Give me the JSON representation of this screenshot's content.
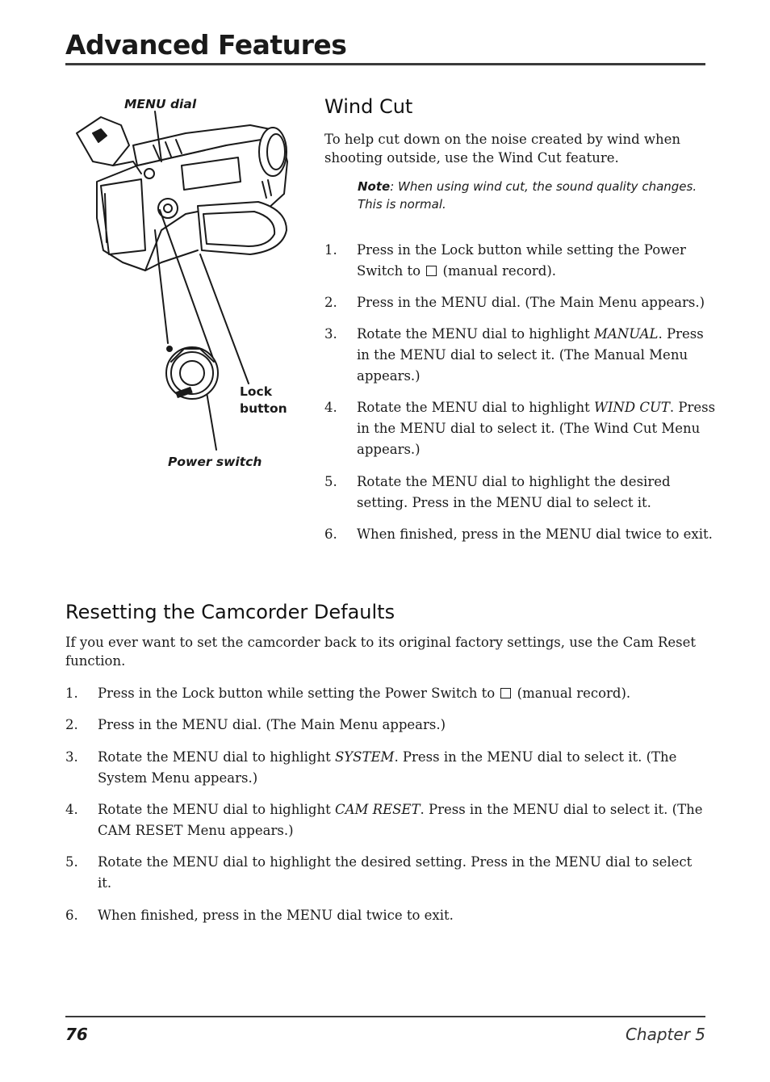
{
  "header": {
    "title": "Advanced Features"
  },
  "figure": {
    "callouts": {
      "menu_dial": "MENU dial",
      "lock_button_line1": "Lock",
      "lock_button_line2": "button",
      "power_switch": "Power switch"
    }
  },
  "wind_cut": {
    "title": "Wind Cut",
    "intro": "To help cut down on the noise created by wind when shooting outside, use the Wind Cut feature.",
    "note_label": "Note",
    "note_text": ": When using wind cut, the sound quality changes. This is normal.",
    "steps": [
      {
        "num": "1.",
        "pre": "Press in the Lock button while setting the Power Switch to",
        "post": "(manual record)."
      },
      {
        "num": "2.",
        "text": "Press in the MENU dial. (The Main Menu appears.)"
      },
      {
        "num": "3.",
        "pre": "Rotate the MENU dial to highlight ",
        "em": "MANUAL",
        "post": ". Press in the MENU dial to select it. (The Manual Menu appears.)"
      },
      {
        "num": "4.",
        "pre": "Rotate the MENU dial to highlight ",
        "em": "WIND CUT",
        "post": ". Press in the MENU dial to select it. (The Wind Cut Menu appears.)"
      },
      {
        "num": "5.",
        "text": "Rotate the MENU dial to highlight the desired setting. Press in the MENU dial to select it."
      },
      {
        "num": "6.",
        "text": "When finished, press in the MENU dial twice to exit."
      }
    ]
  },
  "reset": {
    "title": "Resetting the Camcorder Defaults",
    "intro": "If you ever want to set the camcorder back to its original factory settings, use the Cam Reset function.",
    "steps": [
      {
        "num": "1.",
        "pre": "Press in the Lock button while setting the Power Switch to",
        "post": "(manual record)."
      },
      {
        "num": "2.",
        "text": "Press in the MENU dial. (The Main Menu appears.)"
      },
      {
        "num": "3.",
        "pre": "Rotate the MENU dial to highlight ",
        "em": "SYSTEM",
        "post": ". Press in the MENU dial to select it. (The System Menu appears.)"
      },
      {
        "num": "4.",
        "pre": "Rotate the MENU dial to highlight ",
        "em": "CAM RESET",
        "post": ". Press in the MENU dial to select it. (The CAM RESET Menu appears.)"
      },
      {
        "num": "5.",
        "text": "Rotate the MENU dial to highlight the desired setting. Press in the MENU dial to select it."
      },
      {
        "num": "6.",
        "text": "When finished, press in the MENU dial twice to exit."
      }
    ]
  },
  "footer": {
    "page_number": "76",
    "chapter": "Chapter 5"
  }
}
